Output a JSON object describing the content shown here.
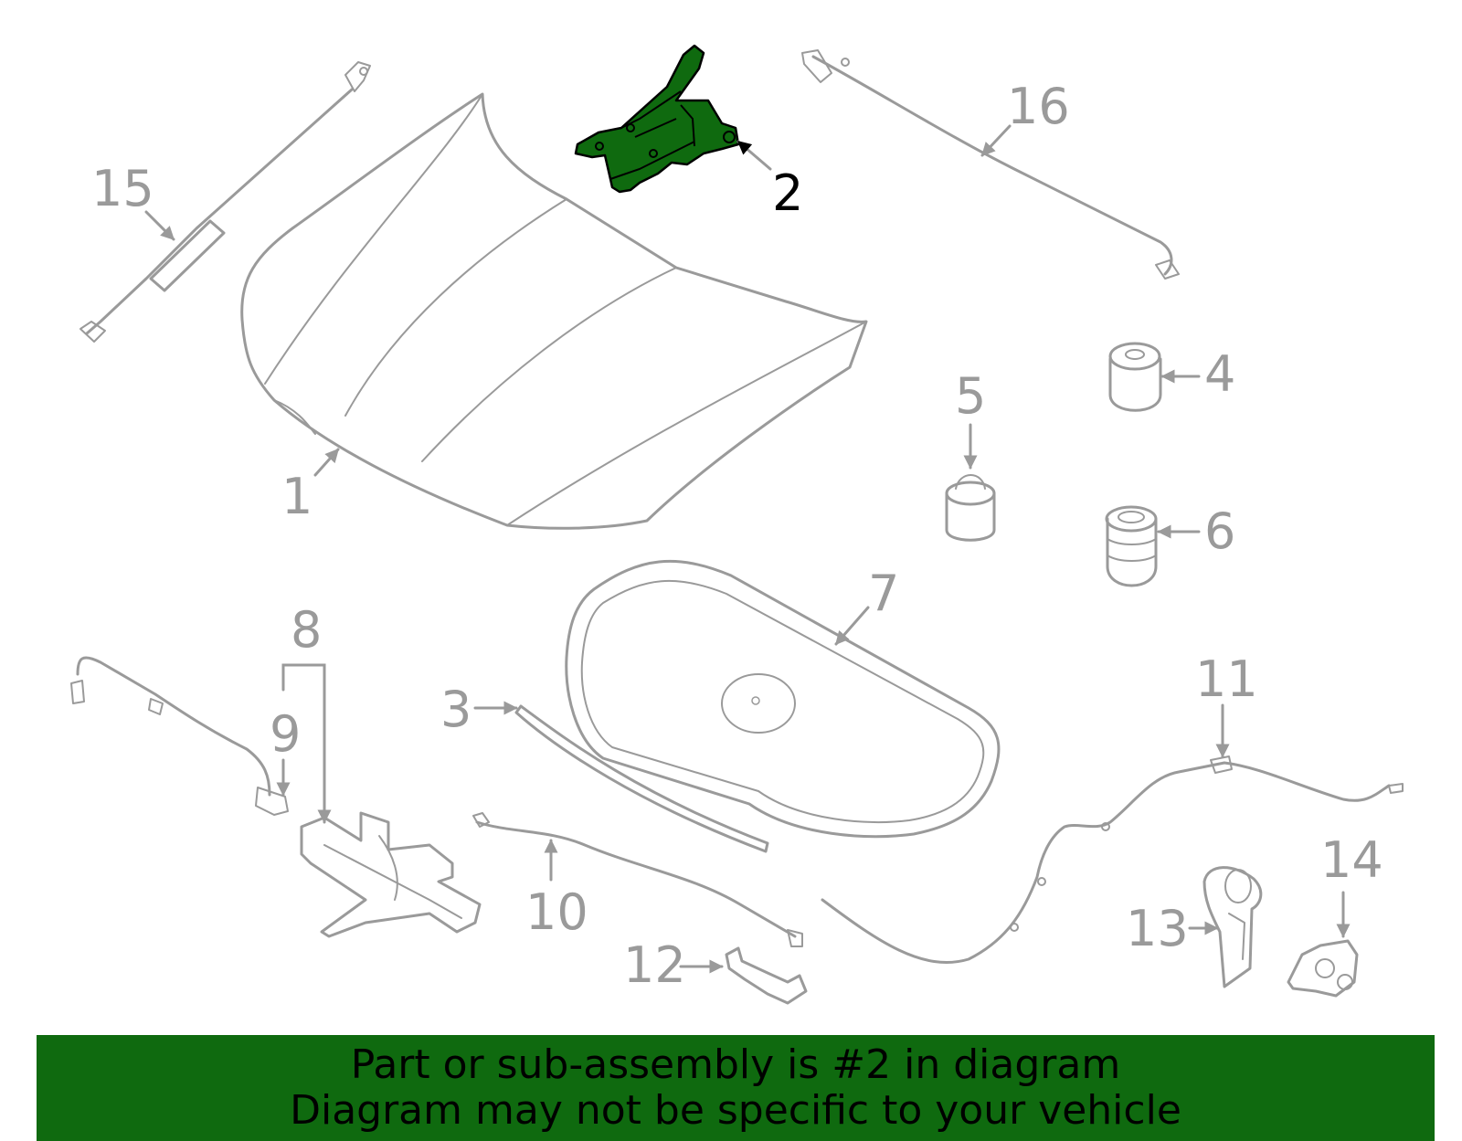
{
  "diagram": {
    "highlighted_part": "2",
    "colors": {
      "highlight_fill": "#0f6a0f",
      "part_stroke": "#9a9a9a",
      "label_highlight": "#000000",
      "banner_bg": "#0f6a0f"
    },
    "callouts": {
      "c1": "1",
      "c2": "2",
      "c3": "3",
      "c4": "4",
      "c5": "5",
      "c6": "6",
      "c7": "7",
      "c8": "8",
      "c9": "9",
      "c10": "10",
      "c11": "11",
      "c12": "12",
      "c13": "13",
      "c14": "14",
      "c15": "15",
      "c16": "16"
    }
  },
  "banner": {
    "line1": "Part or sub-assembly is #2 in diagram",
    "line2": "Diagram may not be specific to your vehicle"
  }
}
